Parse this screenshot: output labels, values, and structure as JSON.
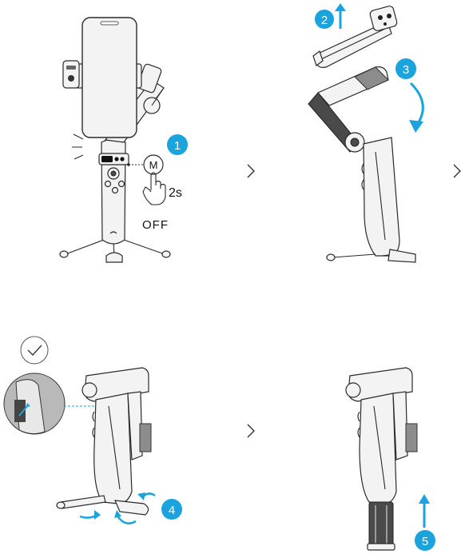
{
  "steps": [
    {
      "number": "1",
      "hold_time": "2s",
      "state": "OFF",
      "button_letter": "M"
    },
    {
      "number": "2"
    },
    {
      "number": "3"
    },
    {
      "number": "4"
    },
    {
      "number": "5"
    }
  ],
  "colors": {
    "accent": "#1aa3dc",
    "outline": "#2a2a2a",
    "body": "#f3f3f3",
    "dark": "#4a4a4a"
  },
  "icons": [
    "chevron-right-icon",
    "checkmark-circle-icon",
    "up-arrow-icon",
    "curved-arrow-icon",
    "hand-press-icon"
  ]
}
